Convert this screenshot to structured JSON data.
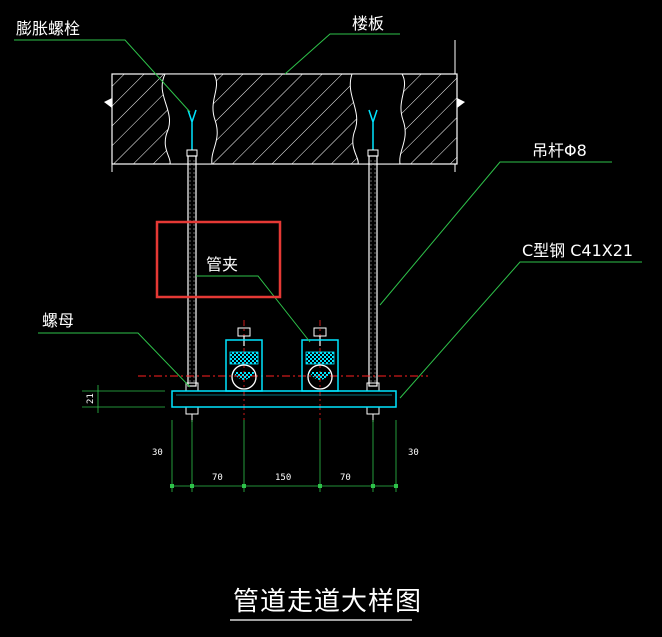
{
  "labels": {
    "expansion_bolt": "膨胀螺栓",
    "floor_slab": "楼板",
    "hanger_rod": "吊杆Φ8",
    "c_steel": "C型钢  C41X21",
    "pipe_clamp": "管夹",
    "nut": "螺母"
  },
  "dimensions": {
    "left_offset": "30",
    "right_offset": "30",
    "span_left": "70",
    "span_middle": "150",
    "span_right": "70",
    "channel_height": "21"
  },
  "title": "管道走道大样图",
  "colors": {
    "background": "#000000",
    "slab_outline": "#ffffff",
    "leader": "#2ec24a",
    "rod": "#ffffff",
    "channel": "#00e5ff",
    "centerline": "#ff2020",
    "highlight": "#e53935",
    "dim_line": "#2ec24a"
  }
}
